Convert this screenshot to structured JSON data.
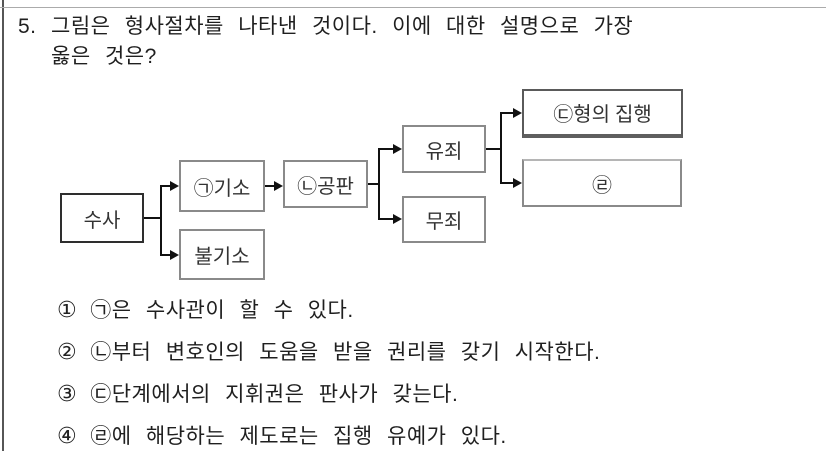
{
  "question": {
    "number": "5.",
    "line1": "그림은 형사절차를 나타낸 것이다. 이에 대한 설명으로 가장",
    "line2": "옳은 것은?"
  },
  "flowchart": {
    "nodes": {
      "susa": "수사",
      "giso": "㉠기소",
      "bulgiso": "불기소",
      "gongpan": "㉡공판",
      "yujoe": "유죄",
      "mujoe": "무죄",
      "hyeong_jiphaeng": "㉢형의 집행",
      "rieul": "㉣"
    }
  },
  "choices": [
    {
      "marker": "①",
      "text": "㉠은 수사관이 할 수 있다."
    },
    {
      "marker": "②",
      "text": "㉡부터 변호인의 도움을 받을 권리를 갖기 시작한다."
    },
    {
      "marker": "③",
      "text": "㉢단계에서의 지휘권은 판사가 갖는다."
    },
    {
      "marker": "④",
      "text": "㉣에 해당하는 제도로는 집행 유예가 있다."
    }
  ],
  "colors": {
    "background": "#ffffff",
    "text": "#1f1f1f",
    "flow_text": "#333333",
    "box_border": "#8a8a8a",
    "susa_border": "#2e2e2e",
    "connector": "#111111",
    "frame_left": "#565656",
    "frame_top": "#ababab"
  }
}
